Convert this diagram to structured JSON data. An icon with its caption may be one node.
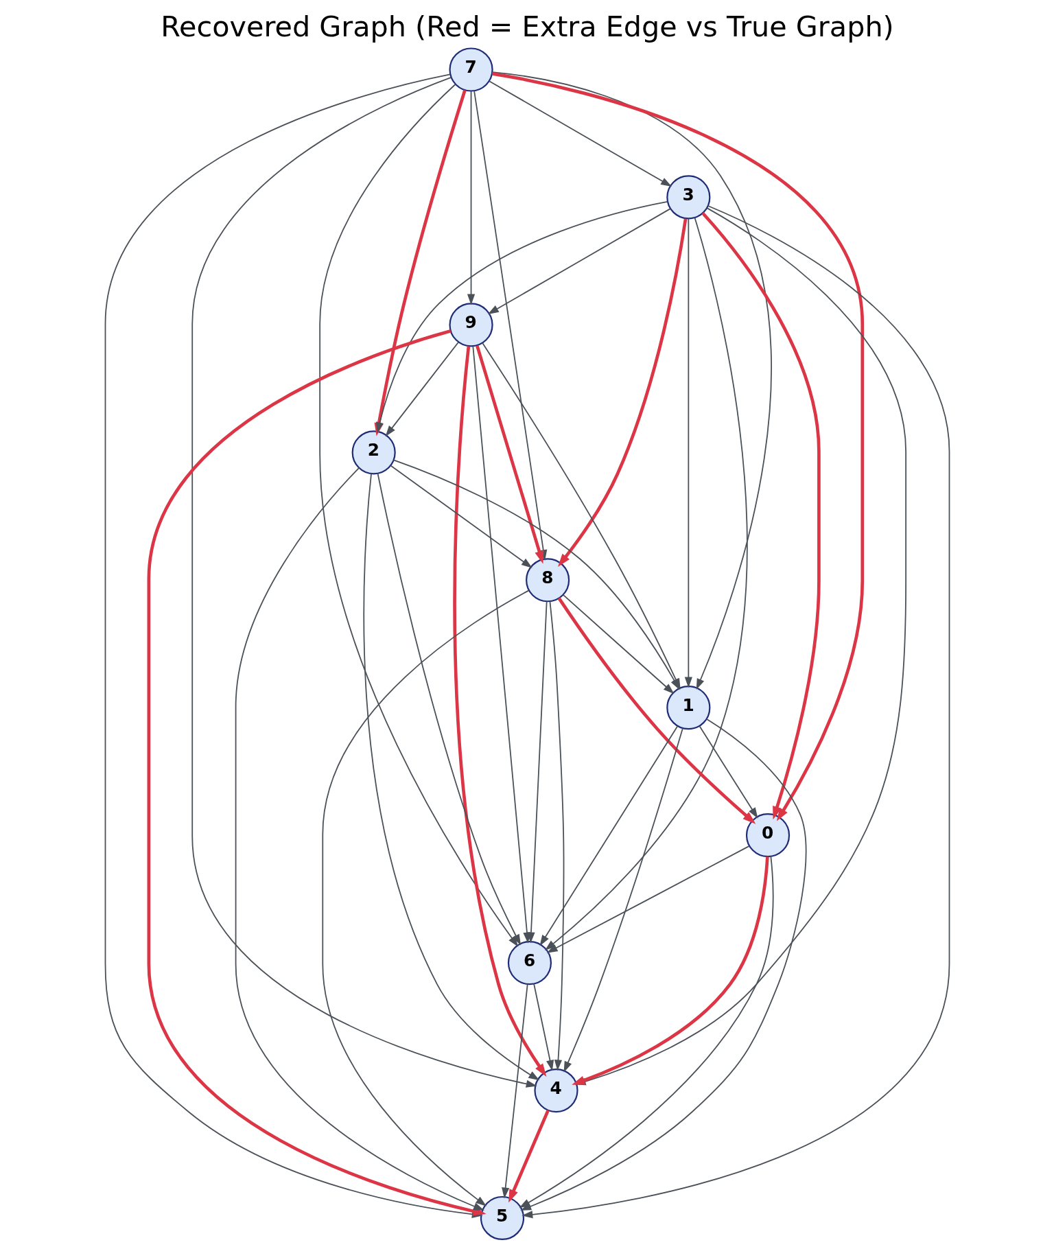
{
  "diagram": {
    "title": "Recovered Graph (Red = Extra Edge vs True Graph)",
    "nodes": [
      {
        "text": [
          "7"
        ]
      },
      {
        "text": [
          "3"
        ]
      },
      {
        "text": [
          "9"
        ]
      },
      {
        "text": [
          "2"
        ]
      },
      {
        "text": [
          "8"
        ]
      },
      {
        "text": [
          "1"
        ]
      },
      {
        "text": [
          "0"
        ]
      },
      {
        "text": [
          "6"
        ]
      },
      {
        "text": [
          "5"
        ]
      },
      {
        "text": [
          "4"
        ]
      }
    ],
    "edges": [
      {
        "from": 0,
        "to": 1,
        "arrow": "to"
      },
      {
        "from": 0,
        "to": 2,
        "arrow": "to"
      },
      {
        "from": 0,
        "to": 4,
        "arrow": "to"
      },
      {
        "from": 0,
        "to": 7,
        "arrow": "to"
      },
      {
        "from": 0,
        "to": 9,
        "arrow": "to"
      },
      {
        "from": 0,
        "to": 5,
        "arrow": "to"
      },
      {
        "from": 0,
        "to": 6,
        "arrow": "to",
        "style": "thick",
        "color": "#dc3545"
      },
      {
        "from": 0,
        "to": 8,
        "arrow": "to"
      },
      {
        "from": 0,
        "to": 3,
        "arrow": "to",
        "style": "thick",
        "color": "#dc3545"
      },
      {
        "from": 1,
        "to": 2,
        "arrow": "to"
      },
      {
        "from": 1,
        "to": 4,
        "arrow": "to",
        "style": "thick",
        "color": "#dc3545"
      },
      {
        "from": 1,
        "to": 5,
        "arrow": "to"
      },
      {
        "from": 1,
        "to": 7,
        "arrow": "to"
      },
      {
        "from": 1,
        "to": 9,
        "arrow": "to"
      },
      {
        "from": 1,
        "to": 6,
        "arrow": "to",
        "style": "thick",
        "color": "#dc3545"
      },
      {
        "from": 1,
        "to": 8,
        "arrow": "to"
      },
      {
        "from": 1,
        "to": 3,
        "arrow": "to"
      },
      {
        "from": 2,
        "to": 4,
        "arrow": "to",
        "style": "thick",
        "color": "#dc3545"
      },
      {
        "from": 2,
        "to": 9,
        "arrow": "to",
        "style": "thick",
        "color": "#dc3545"
      },
      {
        "from": 2,
        "to": 7,
        "arrow": "to"
      },
      {
        "from": 2,
        "to": 5,
        "arrow": "to"
      },
      {
        "from": 2,
        "to": 8,
        "arrow": "to",
        "style": "thick",
        "color": "#dc3545"
      },
      {
        "from": 2,
        "to": 3,
        "arrow": "to"
      },
      {
        "from": 3,
        "to": 4,
        "arrow": "to"
      },
      {
        "from": 3,
        "to": 5,
        "arrow": "to"
      },
      {
        "from": 3,
        "to": 7,
        "arrow": "to"
      },
      {
        "from": 3,
        "to": 9,
        "arrow": "to"
      },
      {
        "from": 3,
        "to": 8,
        "arrow": "to"
      },
      {
        "from": 4,
        "to": 9,
        "arrow": "to"
      },
      {
        "from": 4,
        "to": 7,
        "arrow": "to"
      },
      {
        "from": 4,
        "to": 8,
        "arrow": "to"
      },
      {
        "from": 4,
        "to": 6,
        "arrow": "to",
        "style": "thick",
        "color": "#dc3545"
      },
      {
        "from": 4,
        "to": 5,
        "arrow": "to"
      },
      {
        "from": 5,
        "to": 6,
        "arrow": "to"
      },
      {
        "from": 5,
        "to": 7,
        "arrow": "to"
      },
      {
        "from": 5,
        "to": 9,
        "arrow": "to"
      },
      {
        "from": 5,
        "to": 8,
        "arrow": "to"
      },
      {
        "from": 6,
        "to": 7,
        "arrow": "to"
      },
      {
        "from": 6,
        "to": 9,
        "arrow": "to",
        "style": "thick",
        "color": "#dc3545"
      },
      {
        "from": 6,
        "to": 8,
        "arrow": "to"
      },
      {
        "from": 7,
        "to": 9,
        "arrow": "to"
      },
      {
        "from": 7,
        "to": 8,
        "arrow": "to"
      },
      {
        "from": 9,
        "to": 8,
        "arrow": "to",
        "style": "thick",
        "color": "#dc3545"
      }
    ]
  }
}
